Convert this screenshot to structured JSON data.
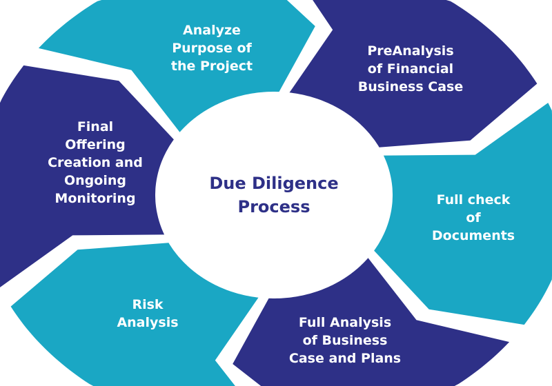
{
  "title": "Due Diligence\nProcess",
  "colors": {
    "teal": "#1aa7c4",
    "navy": "#2e3087",
    "center_text": "#2e3087"
  },
  "steps": [
    {
      "label": "Analyze\nPurpose of\nthe Project",
      "color": "teal"
    },
    {
      "label": "PreAnalysis\nof Financial\nBusiness Case",
      "color": "navy"
    },
    {
      "label": "Full check\nof Documents",
      "color": "teal"
    },
    {
      "label": "Full Analysis\nof Business\nCase and Plans",
      "color": "navy"
    },
    {
      "label": "Risk\nAnalysis",
      "color": "teal"
    },
    {
      "label": "Final\nOffering\nCreation and\nOngoing\nMonitoring",
      "color": "navy"
    }
  ]
}
